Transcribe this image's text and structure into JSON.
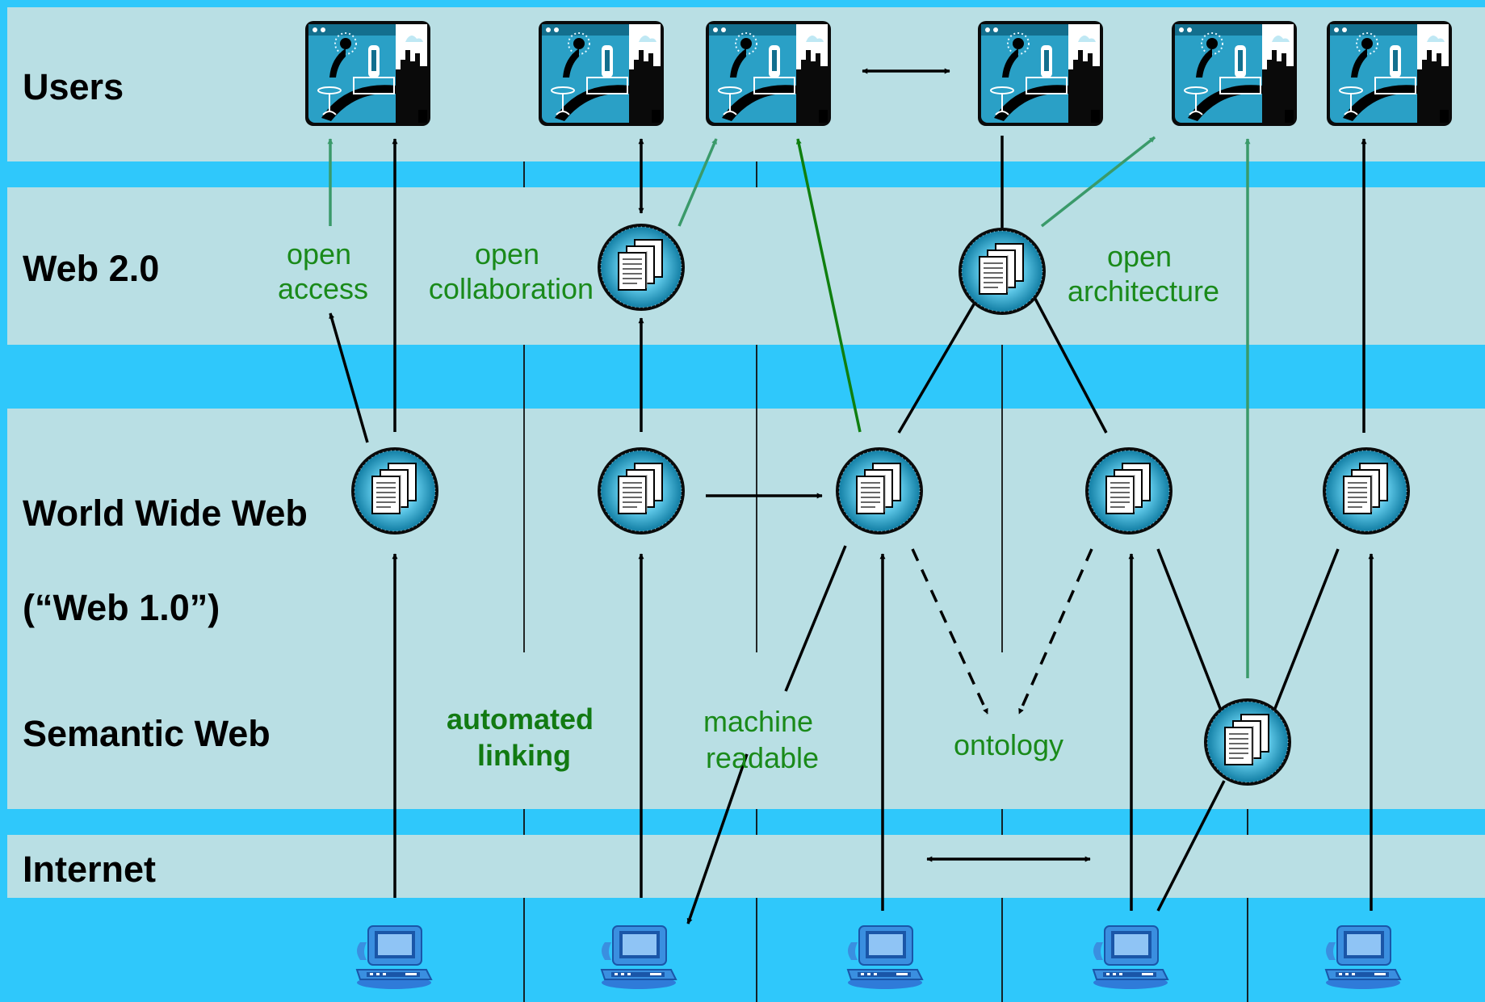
{
  "colors": {
    "background": "#2fc8fb",
    "band": "#b9dfe4",
    "green_label": "#1a8a1a",
    "green_arrow": "#3a9a6a",
    "node_blue": "#1a8fb3",
    "computer_blue": "#3a8fe0"
  },
  "rows": {
    "users": "Users",
    "web20": "Web 2.0",
    "www": "World Wide Web",
    "web10": "(“Web 1.0”)",
    "semantic": "Semantic Web",
    "internet": "Internet"
  },
  "labels": {
    "open_access": [
      "open",
      "access"
    ],
    "open_collaboration": [
      "open",
      "collaboration"
    ],
    "open_architecture": [
      "open",
      "architecture"
    ],
    "automated_linking": [
      "automated",
      "linking"
    ],
    "machine_readable": [
      "machine",
      "readable"
    ],
    "ontology": "ontology"
  },
  "icons": {
    "user": "user-at-workstation-icon",
    "node": "document-node-icon",
    "computer": "desktop-computer-icon"
  }
}
